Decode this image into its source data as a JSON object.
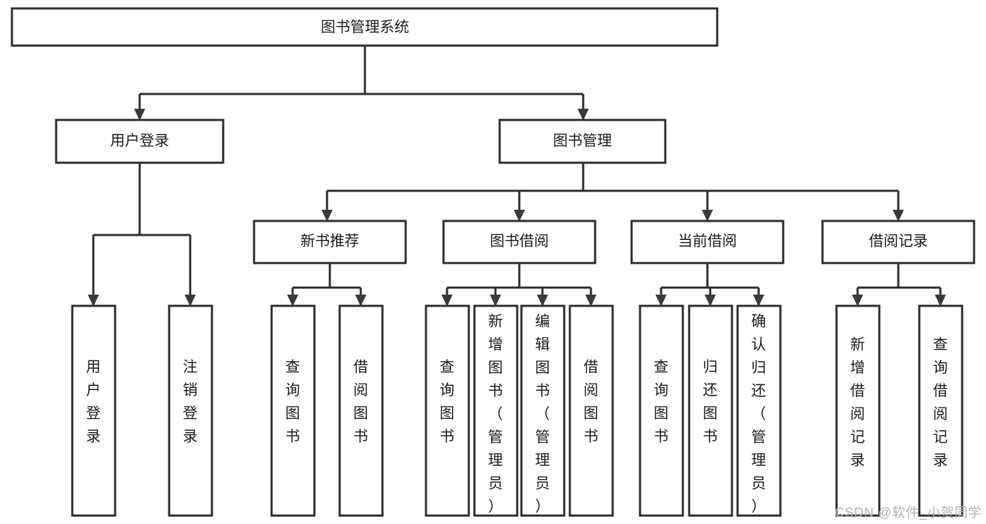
{
  "diagram": {
    "type": "tree-hierarchy",
    "title": "图书管理系统",
    "watermark": "CSDN @软件_小贺同学",
    "colors": {
      "box_fill": "#ffffff",
      "box_stroke": "#2b2b2b",
      "connector": "#2b2b2b",
      "text": "#1b1b1b",
      "watermark": "#b3b3b3",
      "background": "#ffffff"
    },
    "root": {
      "label": "图书管理系统"
    },
    "level2": [
      {
        "id": "user-login",
        "label": "用户登录"
      },
      {
        "id": "book-management",
        "label": "图书管理"
      }
    ],
    "level3": [
      {
        "id": "new-book-recommend",
        "label": "新书推荐",
        "parent": "book-management"
      },
      {
        "id": "book-borrow",
        "label": "图书借阅",
        "parent": "book-management"
      },
      {
        "id": "current-borrow",
        "label": "当前借阅",
        "parent": "book-management"
      },
      {
        "id": "borrow-record",
        "label": "借阅记录",
        "parent": "book-management"
      }
    ],
    "leaves": {
      "user-login": [
        {
          "id": "leaf-user-login",
          "label": "用户登录"
        },
        {
          "id": "leaf-user-logout",
          "label": "注销登录"
        }
      ],
      "new-book-recommend": [
        {
          "id": "leaf-query-book-1",
          "label": "查询图书"
        },
        {
          "id": "leaf-borrow-book-1",
          "label": "借阅图书"
        }
      ],
      "book-borrow": [
        {
          "id": "leaf-query-book-2",
          "label": "查询图书"
        },
        {
          "id": "leaf-add-book",
          "label": "新增图书（管理员）"
        },
        {
          "id": "leaf-edit-book",
          "label": "编辑图书（管理员）"
        },
        {
          "id": "leaf-borrow-book-2",
          "label": "借阅图书"
        }
      ],
      "current-borrow": [
        {
          "id": "leaf-query-book-3",
          "label": "查询图书"
        },
        {
          "id": "leaf-return-book",
          "label": "归还图书"
        },
        {
          "id": "leaf-confirm-return",
          "label": "确认归还（管理员）"
        }
      ],
      "borrow-record": [
        {
          "id": "leaf-add-record",
          "label": "新增借阅记录"
        },
        {
          "id": "leaf-query-record",
          "label": "查询借阅记录"
        }
      ]
    }
  }
}
